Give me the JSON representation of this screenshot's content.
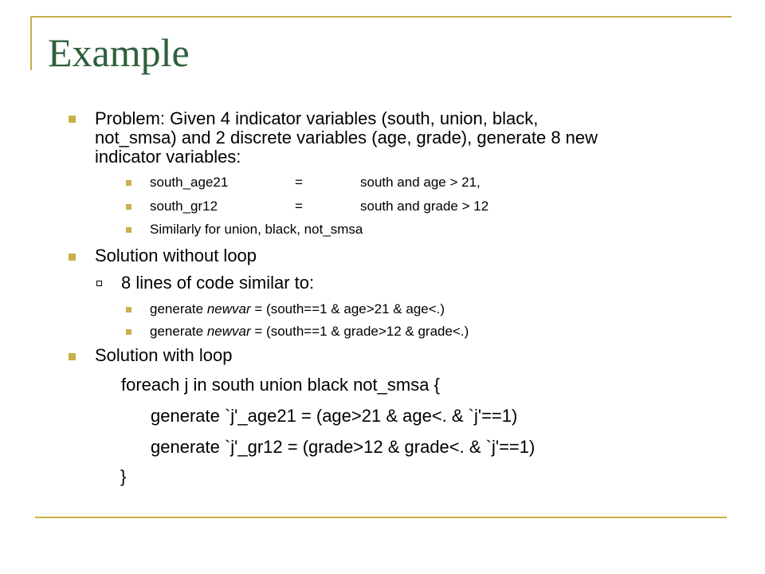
{
  "slide": {
    "title": "Example",
    "accent_color": "#c9b04a",
    "title_color": "#2f5f3c"
  },
  "problem": {
    "line1": "Problem: Given 4 indicator variables (south, union, black,",
    "line2": "not_smsa) and 2 discrete variables (age, grade), generate 8 new",
    "line3": "indicator variables:",
    "sub": [
      {
        "name": "south_age21",
        "eq": "=",
        "def": "south and age > 21,"
      },
      {
        "name": "south_gr12",
        "eq": "=",
        "def": "south and grade > 12"
      }
    ],
    "similarly": "Similarly for union, black, not_smsa"
  },
  "without_loop": {
    "heading": "Solution without loop",
    "sub_heading": "8 lines of code similar to:",
    "examples": [
      {
        "prefix": "generate ",
        "var": "newvar",
        "suffix": " = (south==1 & age>21 & age<.)"
      },
      {
        "prefix": "generate ",
        "var": "newvar",
        "suffix": " = (south==1 & grade>12 & grade<.)"
      }
    ]
  },
  "with_loop": {
    "heading": "Solution with loop",
    "code": [
      "foreach j in south union black not_smsa {",
      "generate `j'_age21 = (age>21 & age<. & `j'==1)",
      "generate `j'_gr12 = (grade>12 & grade<. & `j'==1)",
      "}"
    ]
  }
}
